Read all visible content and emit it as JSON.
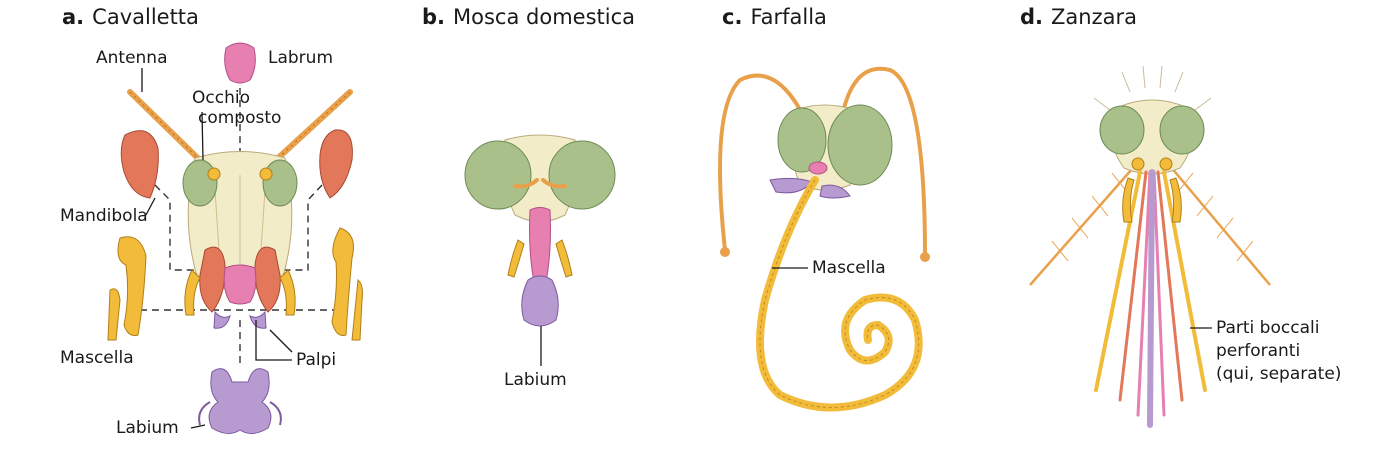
{
  "panels": [
    {
      "letter": "a.",
      "title": "Cavalletta",
      "labels": {
        "antenna": "Antenna",
        "labrum": "Labrum",
        "eye_line1": "Occhio",
        "eye_line2": "composto",
        "mandible": "Mandibola",
        "maxilla": "Mascella",
        "palps": "Palpi",
        "labium": "Labium"
      }
    },
    {
      "letter": "b.",
      "title": "Mosca domestica",
      "labels": {
        "labium": "Labium"
      }
    },
    {
      "letter": "c.",
      "title": "Farfalla",
      "labels": {
        "maxilla": "Mascella"
      }
    },
    {
      "letter": "d.",
      "title": "Zanzara",
      "labels": {
        "line1": "Parti boccali",
        "line2": "perforanti",
        "line3": "(qui, separate)"
      }
    }
  ],
  "colors": {
    "eye": "#a9c08a",
    "head": "#f3ecc8",
    "mandible": "#e2775a",
    "labrum": "#e77fb1",
    "maxilla": "#f2bc3a",
    "labium": "#b69ad0",
    "antenna": "#e9a04a"
  }
}
